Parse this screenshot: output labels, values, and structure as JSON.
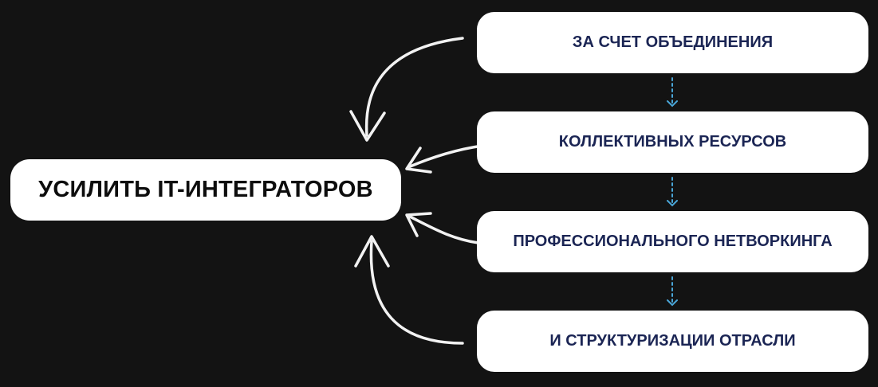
{
  "main": {
    "label": "УСИЛИТЬ IT-ИНТЕГРАТОРОВ"
  },
  "steps": [
    {
      "label": "ЗА СЧЕТ ОБЪЕДИНЕНИЯ"
    },
    {
      "label": "КОЛЛЕКТИВНЫХ РЕСУРСОВ"
    },
    {
      "label": "ПРОФЕССИОНАЛЬНОГО НЕТВОРКИНГА"
    },
    {
      "label": "И СТРУКТУРИЗАЦИИ ОТРАСЛИ"
    }
  ],
  "colors": {
    "background": "#131313",
    "box": "#ffffff",
    "main_text": "#0d0d0d",
    "step_text": "#1b2554",
    "connector_arrow": "#f2f2f2",
    "flow_arrow": "#4aa6d8"
  }
}
